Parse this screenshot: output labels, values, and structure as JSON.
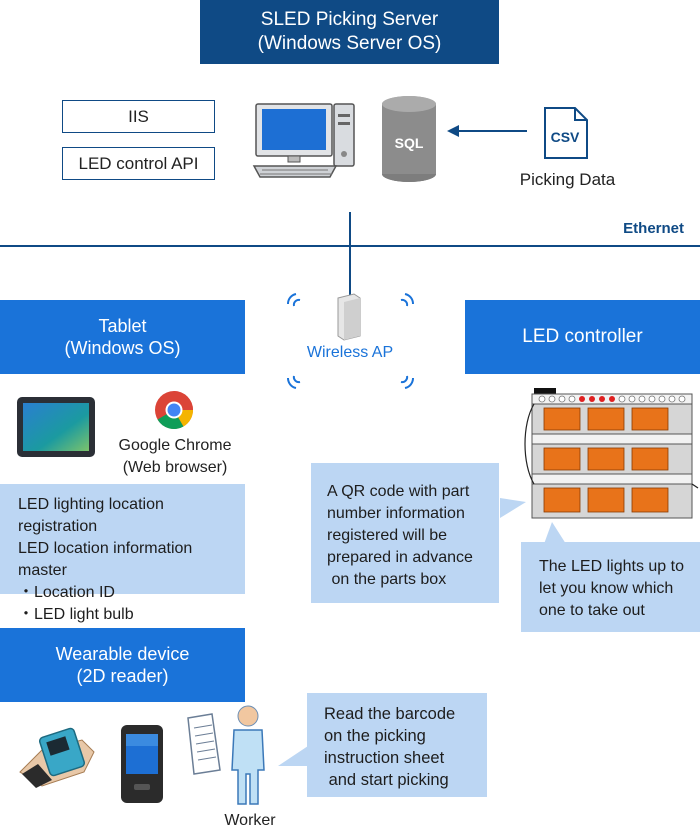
{
  "server": {
    "line1": "SLED Picking Server",
    "line2": "(Windows Server OS)"
  },
  "server_modules": {
    "iis": "IIS",
    "led_api": "LED control API"
  },
  "sql_label": "SQL",
  "csv_label": "CSV",
  "picking_data": "Picking Data",
  "ethernet": "Ethernet",
  "wireless_ap": "Wireless AP",
  "tablet": {
    "line1": "Tablet",
    "line2": "(Windows OS)"
  },
  "chrome": {
    "line1": "Google Chrome",
    "line2": "(Web browser)"
  },
  "tablet_info": {
    "line1": "LED lighting location registration",
    "line2": "LED location information master",
    "item1": "・Location ID",
    "item2": "・LED light bulb"
  },
  "led_controller": "LED controller",
  "qr_note": {
    "line1": "A QR code with part",
    "line2": "number information",
    "line3": "registered will be",
    "line4": "prepared in advance",
    "line5": " on the parts box"
  },
  "led_note": {
    "line1": "The LED lights up to",
    "line2": "let you know which",
    "line3": "one to take out"
  },
  "wearable": {
    "line1": "Wearable device",
    "line2": "(2D reader)"
  },
  "barcode_note": {
    "line1": "Read the barcode",
    "line2": "on the picking",
    "line3": "instruction sheet",
    "line4": " and start picking"
  },
  "worker": "Worker",
  "colors": {
    "dark_blue": "#0f4a85",
    "blue": "#1a73d9",
    "light_blue": "#bcd6f3"
  }
}
